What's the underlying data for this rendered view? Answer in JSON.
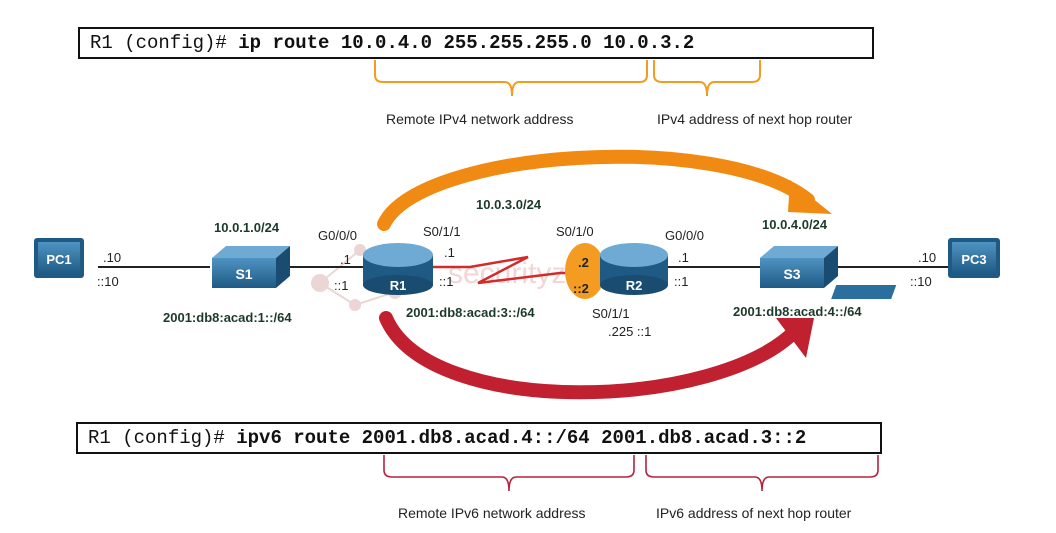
{
  "commands": {
    "ipv4": {
      "prompt": "R1 (config)#",
      "command": "ip route 10.0.4.0 255.255.255.0 10.0.3.2",
      "label_network": "Remote IPv4 network address",
      "label_nexthop": "IPv4 address of next hop router",
      "bracket_color": "#f39c21"
    },
    "ipv6": {
      "prompt": "R1 (config)#",
      "command": "ipv6 route 2001.db8.acad.4::/64 2001.db8.acad.3::2",
      "label_network": "Remote IPv6 network address",
      "label_nexthop": "IPv6 address of next hop router",
      "bracket_color": "#b5233a"
    }
  },
  "devices": {
    "pc1": "PC1",
    "pc3": "PC3",
    "s1": "S1",
    "s3": "S3",
    "r1": "R1",
    "r2": "R2"
  },
  "networks": {
    "lan1_v4": "10.0.1.0/24",
    "lan1_v6": "2001:db8:acad:1::/64",
    "wan_v4": "10.0.3.0/24",
    "wan_v6": "2001:db8:acad:3::/64",
    "lan4_v4": "10.0.4.0/24",
    "lan4_v6": "2001:db8:acad:4::/64"
  },
  "interfaces": {
    "pc1_v4": ".10",
    "pc1_v6": "::10",
    "r1_g0": "G0/0/0",
    "r1_g0_v4": ".1",
    "r1_g0_v6": "::1",
    "r1_s011": "S0/1/1",
    "r1_s0_v4": ".1",
    "r1_s0_v6": "::1",
    "r2_s010": "S0/1/0",
    "r2_s0_v4": ".2",
    "r2_s0_v6": "::2",
    "r2_g0": "G0/0/0",
    "r2_g0_v4": ".1",
    "r2_g0_v6": "::1",
    "r2_s011": "S0/1/1",
    "r2_s011_addr": ".225 ::1",
    "pc3_v4": ".10",
    "pc3_v6": "::10"
  },
  "colors": {
    "device_blue": "#2a6f9e",
    "arrow_orange": "#f08a12",
    "arrow_red": "#c0202f",
    "serial_red": "#d42a2a",
    "hop_orange": "#f39c21"
  },
  "watermark": "securityzone.vn"
}
